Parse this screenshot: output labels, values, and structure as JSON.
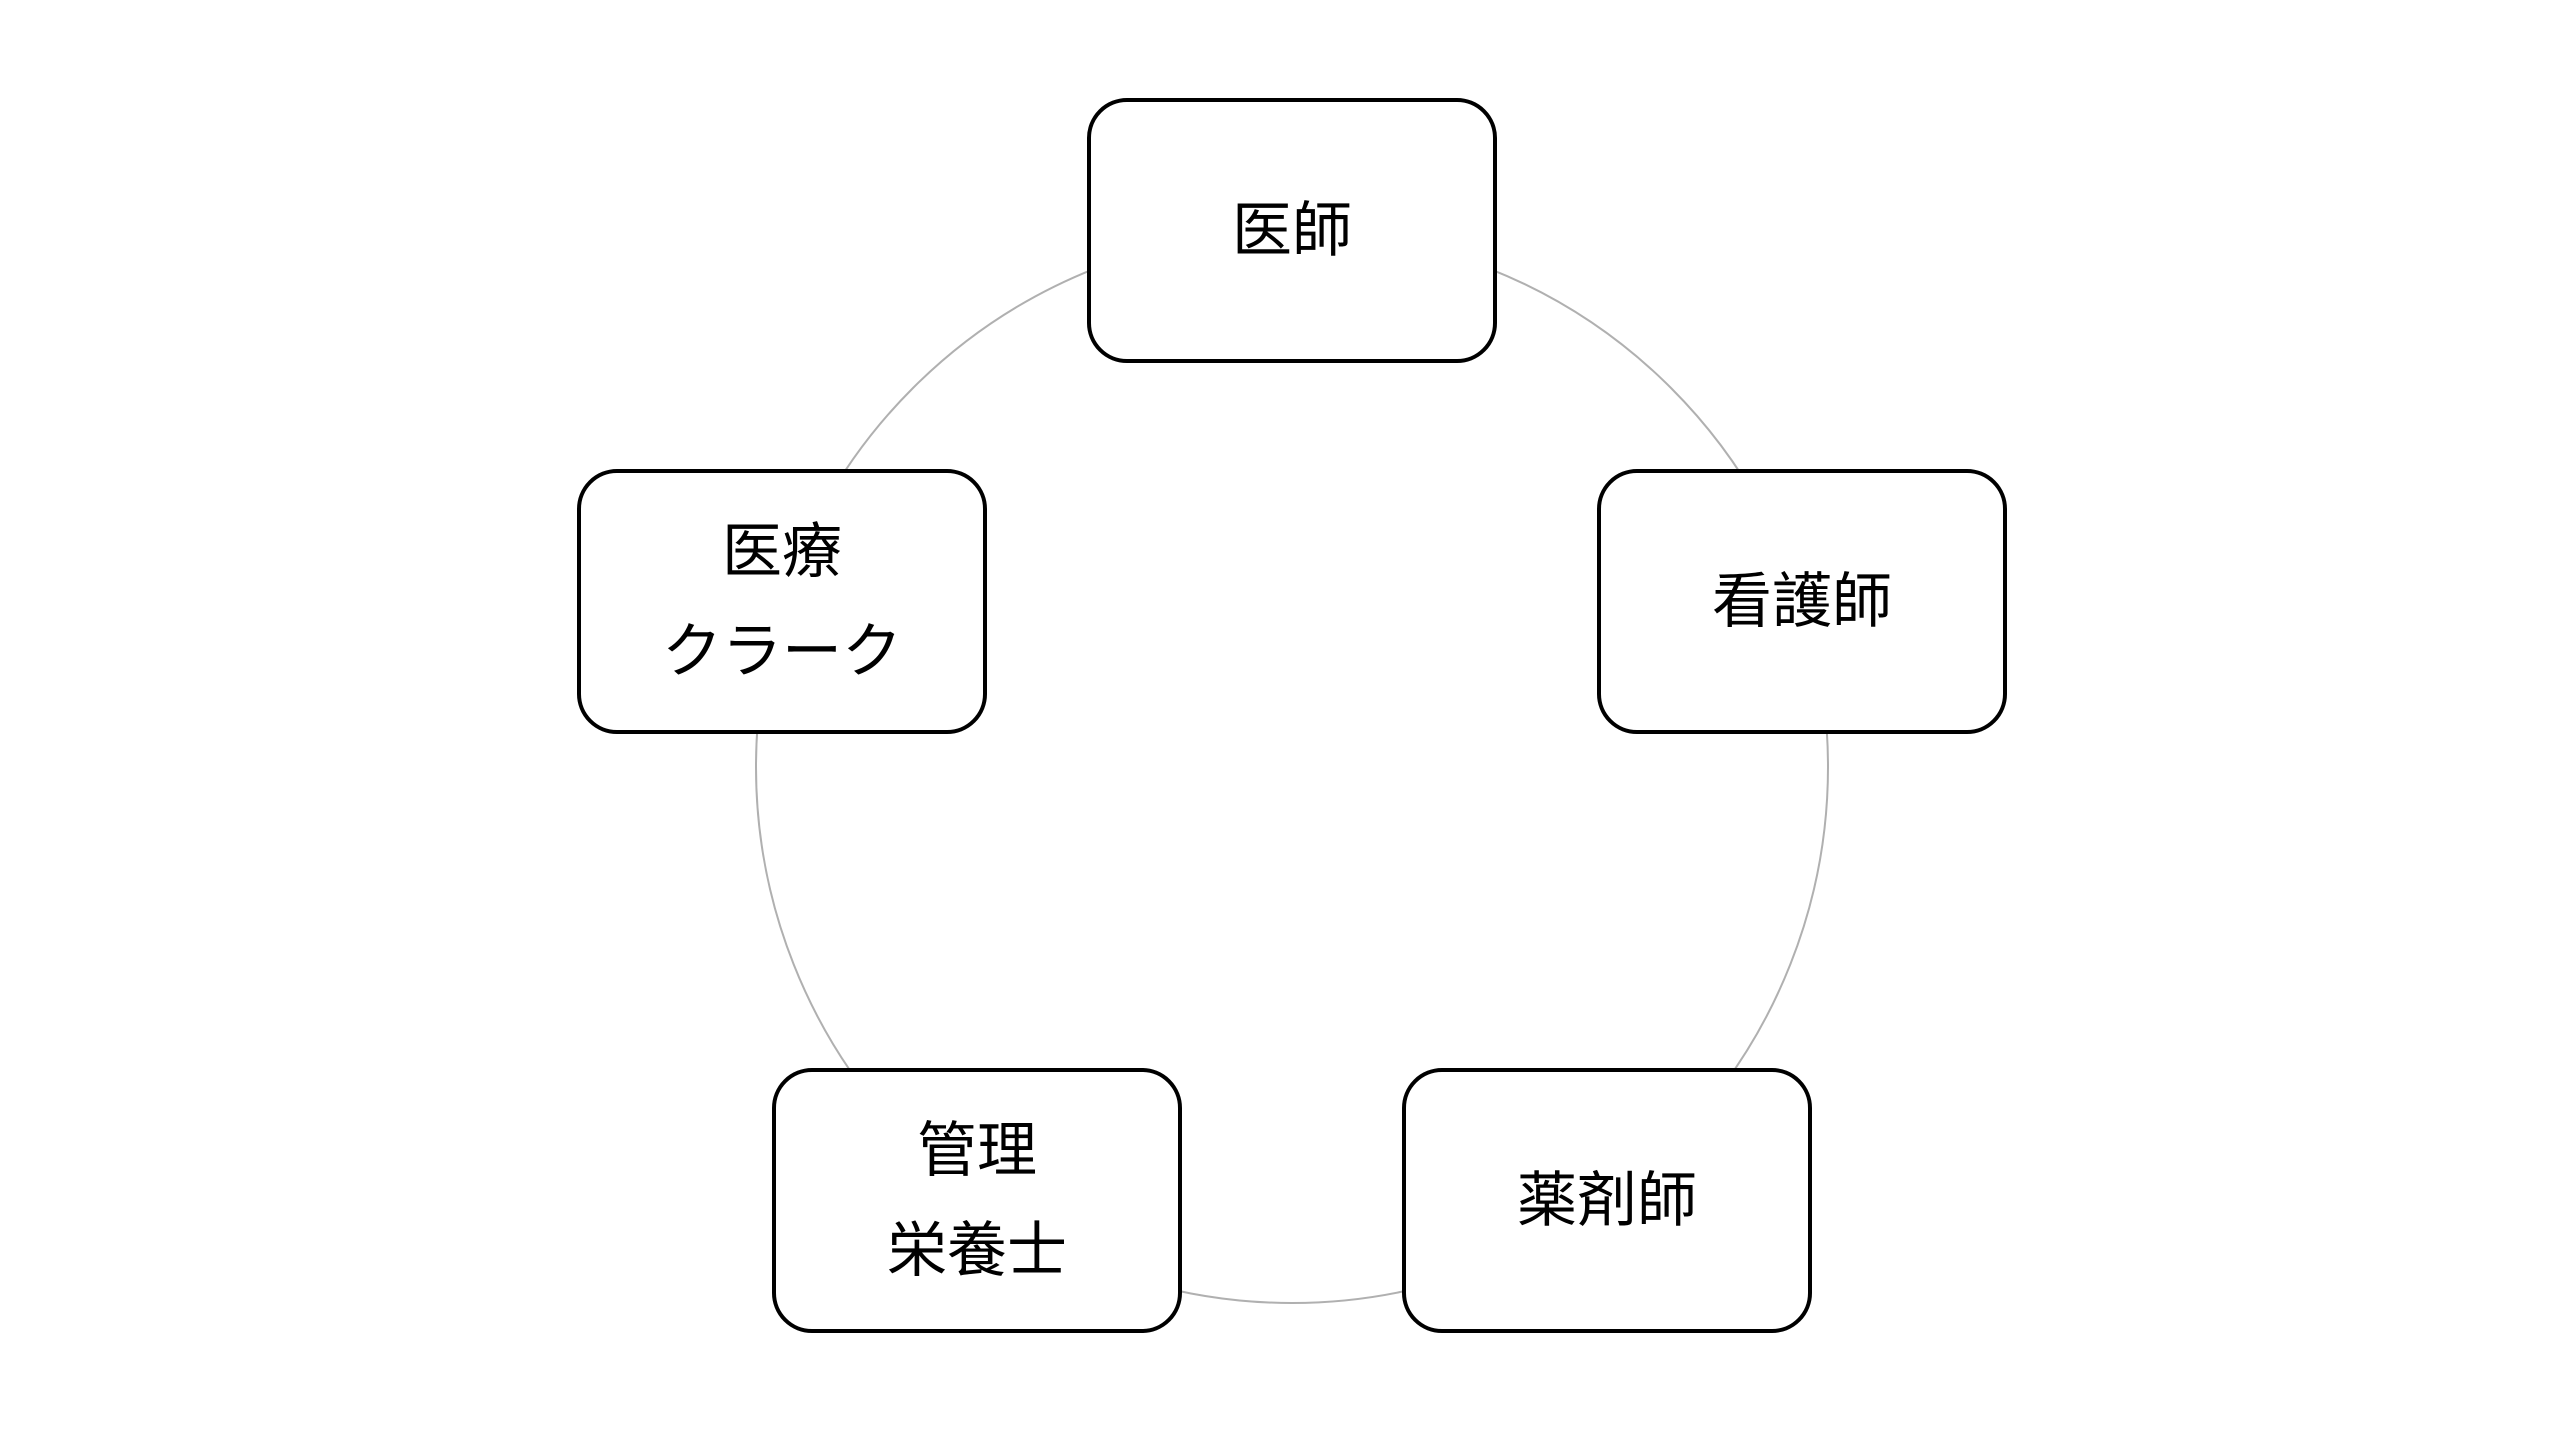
{
  "diagram": {
    "nodes": [
      {
        "lines": [
          "医師"
        ]
      },
      {
        "lines": [
          "看護師"
        ]
      },
      {
        "lines": [
          "薬剤師"
        ]
      },
      {
        "lines": [
          "管理",
          "栄養士"
        ]
      },
      {
        "lines": [
          "医療",
          "クラーク"
        ]
      }
    ],
    "colors": {
      "ring": "#b0b0b0",
      "border": "#000000",
      "text": "#000000",
      "background": "#ffffff"
    }
  }
}
